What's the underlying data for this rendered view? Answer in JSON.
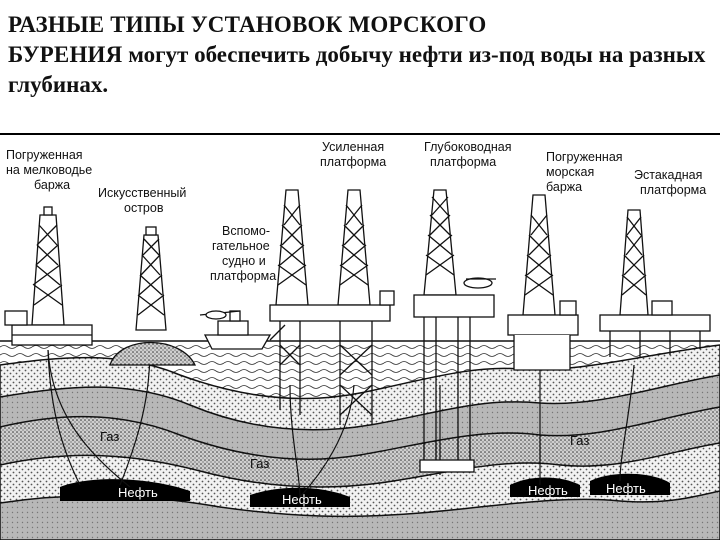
{
  "heading": {
    "caps_line": "РАЗНЫЕ ТИПЫ УСТАНОВОК МОРСКОГО",
    "caps_word": "БУРЕНИЯ",
    "rest": " могут обеспечить добычу нефти из-под воды на разных глубинах."
  },
  "labels": {
    "barge_shallow": [
      "Погруженная",
      "на мелководье",
      "баржа"
    ],
    "artificial_island": [
      "Искусственный",
      "остров"
    ],
    "aux_vessel": [
      "Вспомо-",
      "гательное",
      "судно и",
      "платформа"
    ],
    "reinforced_platform": [
      "Усиленная",
      "платформа"
    ],
    "deepwater_platform": [
      "Глубоководная",
      "платформа"
    ],
    "barge_sea": [
      "Погруженная",
      "морская",
      "баржа"
    ],
    "trestle_platform": [
      "Эстакадная",
      "платформа"
    ]
  },
  "fluids": {
    "gas": "Газ",
    "oil": "Нефть"
  },
  "colors": {
    "ink": "#111111",
    "oil": "#000000",
    "rock_light": "#e9e9e9",
    "rock_dark": "#bdbdbd"
  }
}
